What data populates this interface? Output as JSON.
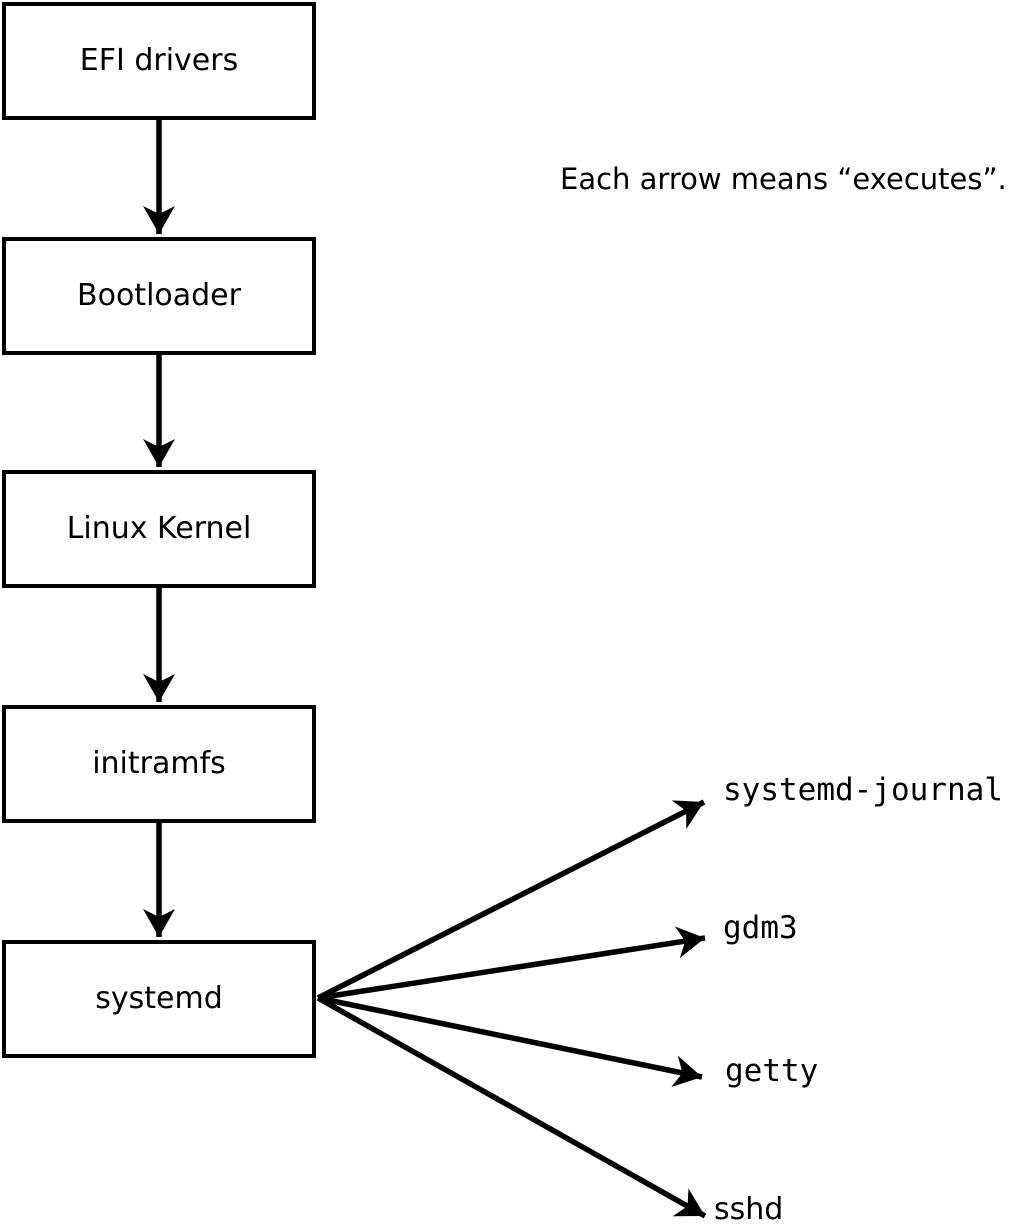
{
  "diagram": {
    "note": "Each arrow means “executes”.",
    "arrow_meaning": "executes",
    "chain": [
      {
        "label": "EFI drivers"
      },
      {
        "label": "Bootloader"
      },
      {
        "label": "Linux Kernel"
      },
      {
        "label": "initramfs"
      },
      {
        "label": "systemd"
      }
    ],
    "leaves": [
      {
        "label": "systemd-journal"
      },
      {
        "label": "gdm3"
      },
      {
        "label": "getty"
      },
      {
        "label": "sshd"
      }
    ],
    "colors": {
      "stroke": "#000000",
      "background": "#ffffff",
      "box_fill": "#ffffff"
    }
  }
}
